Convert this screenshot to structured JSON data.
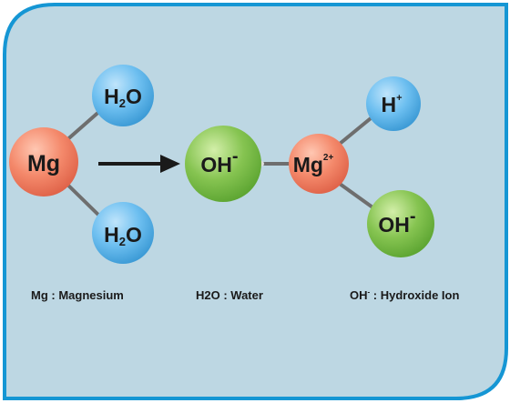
{
  "colors": {
    "background_panel": "#bdd7e3",
    "border": "#1596d4",
    "water": "#63b8ea",
    "magnesium": "#f1866a",
    "hydroxide": "#7fc04b",
    "hydrogen": "#63b8ea",
    "bond": "#6e6e6e",
    "arrow": "#1a1a1a"
  },
  "molecules": {
    "mg_left": {
      "symbol": "Mg"
    },
    "h2o_top": {
      "symbol": "H",
      "subscript": "2",
      "rest": "O"
    },
    "h2o_bottom": {
      "symbol": "H",
      "subscript": "2",
      "rest": "O"
    },
    "oh_left": {
      "symbol": "OH",
      "charge": "-"
    },
    "mg_right": {
      "symbol": "Mg",
      "charge": "2+"
    },
    "h_plus": {
      "symbol": "H",
      "charge": "+"
    },
    "oh_right": {
      "symbol": "OH",
      "charge": "-"
    }
  },
  "legend": {
    "magnesium": "Mg : Magnesium",
    "water": "H2O : Water",
    "hydroxide_symbol": "OH",
    "hydroxide_charge": "-",
    "hydroxide_name": " : Hydroxide Ion"
  }
}
